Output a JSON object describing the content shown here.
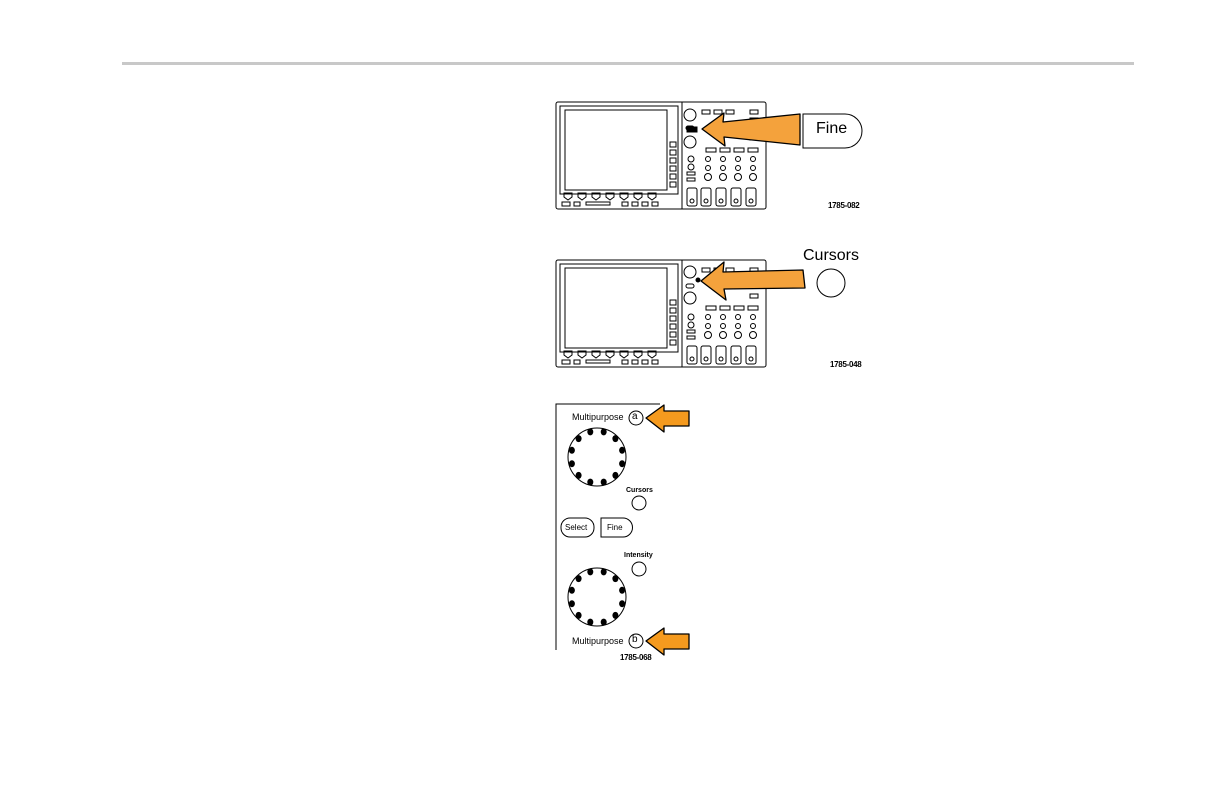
{
  "figure1": {
    "callout_label": "Fine",
    "figure_number": "1785-082"
  },
  "figure2": {
    "callout_label": "Cursors",
    "figure_number": "1785-048"
  },
  "figure3": {
    "multipurpose_a_label": "Multipurpose",
    "multipurpose_a_marker": "a",
    "cursors_label": "Cursors",
    "select_label": "Select",
    "fine_label": "Fine",
    "intensity_label": "Intensity",
    "multipurpose_b_label": "Multipurpose",
    "multipurpose_b_marker": "b",
    "figure_number": "1785-068"
  },
  "colors": {
    "arrow_fill": "#f4a23c",
    "arrow_fill_bold": "#f59a1e",
    "rule": "#c8c8c8"
  }
}
